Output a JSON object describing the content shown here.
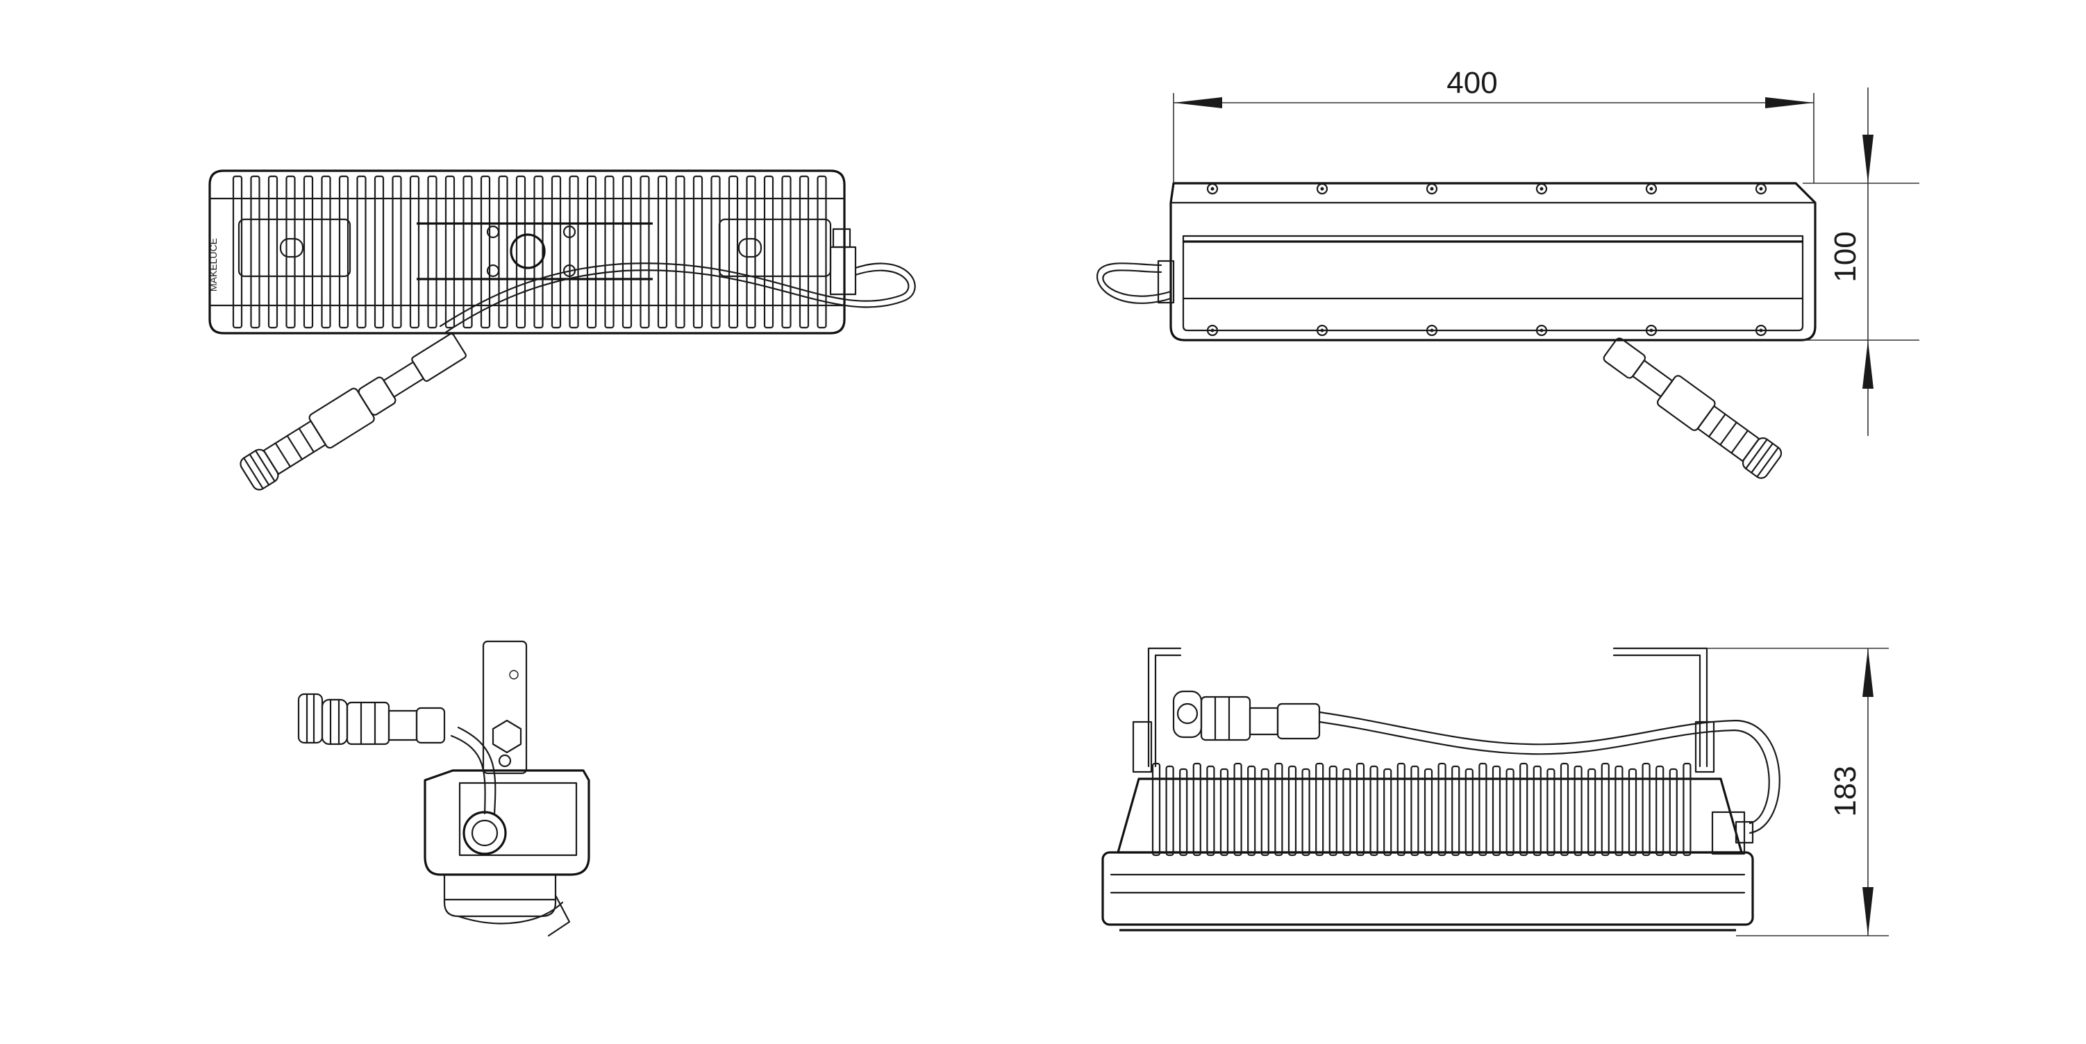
{
  "dimensions": {
    "width": "400",
    "height": "100",
    "depth": "183"
  }
}
